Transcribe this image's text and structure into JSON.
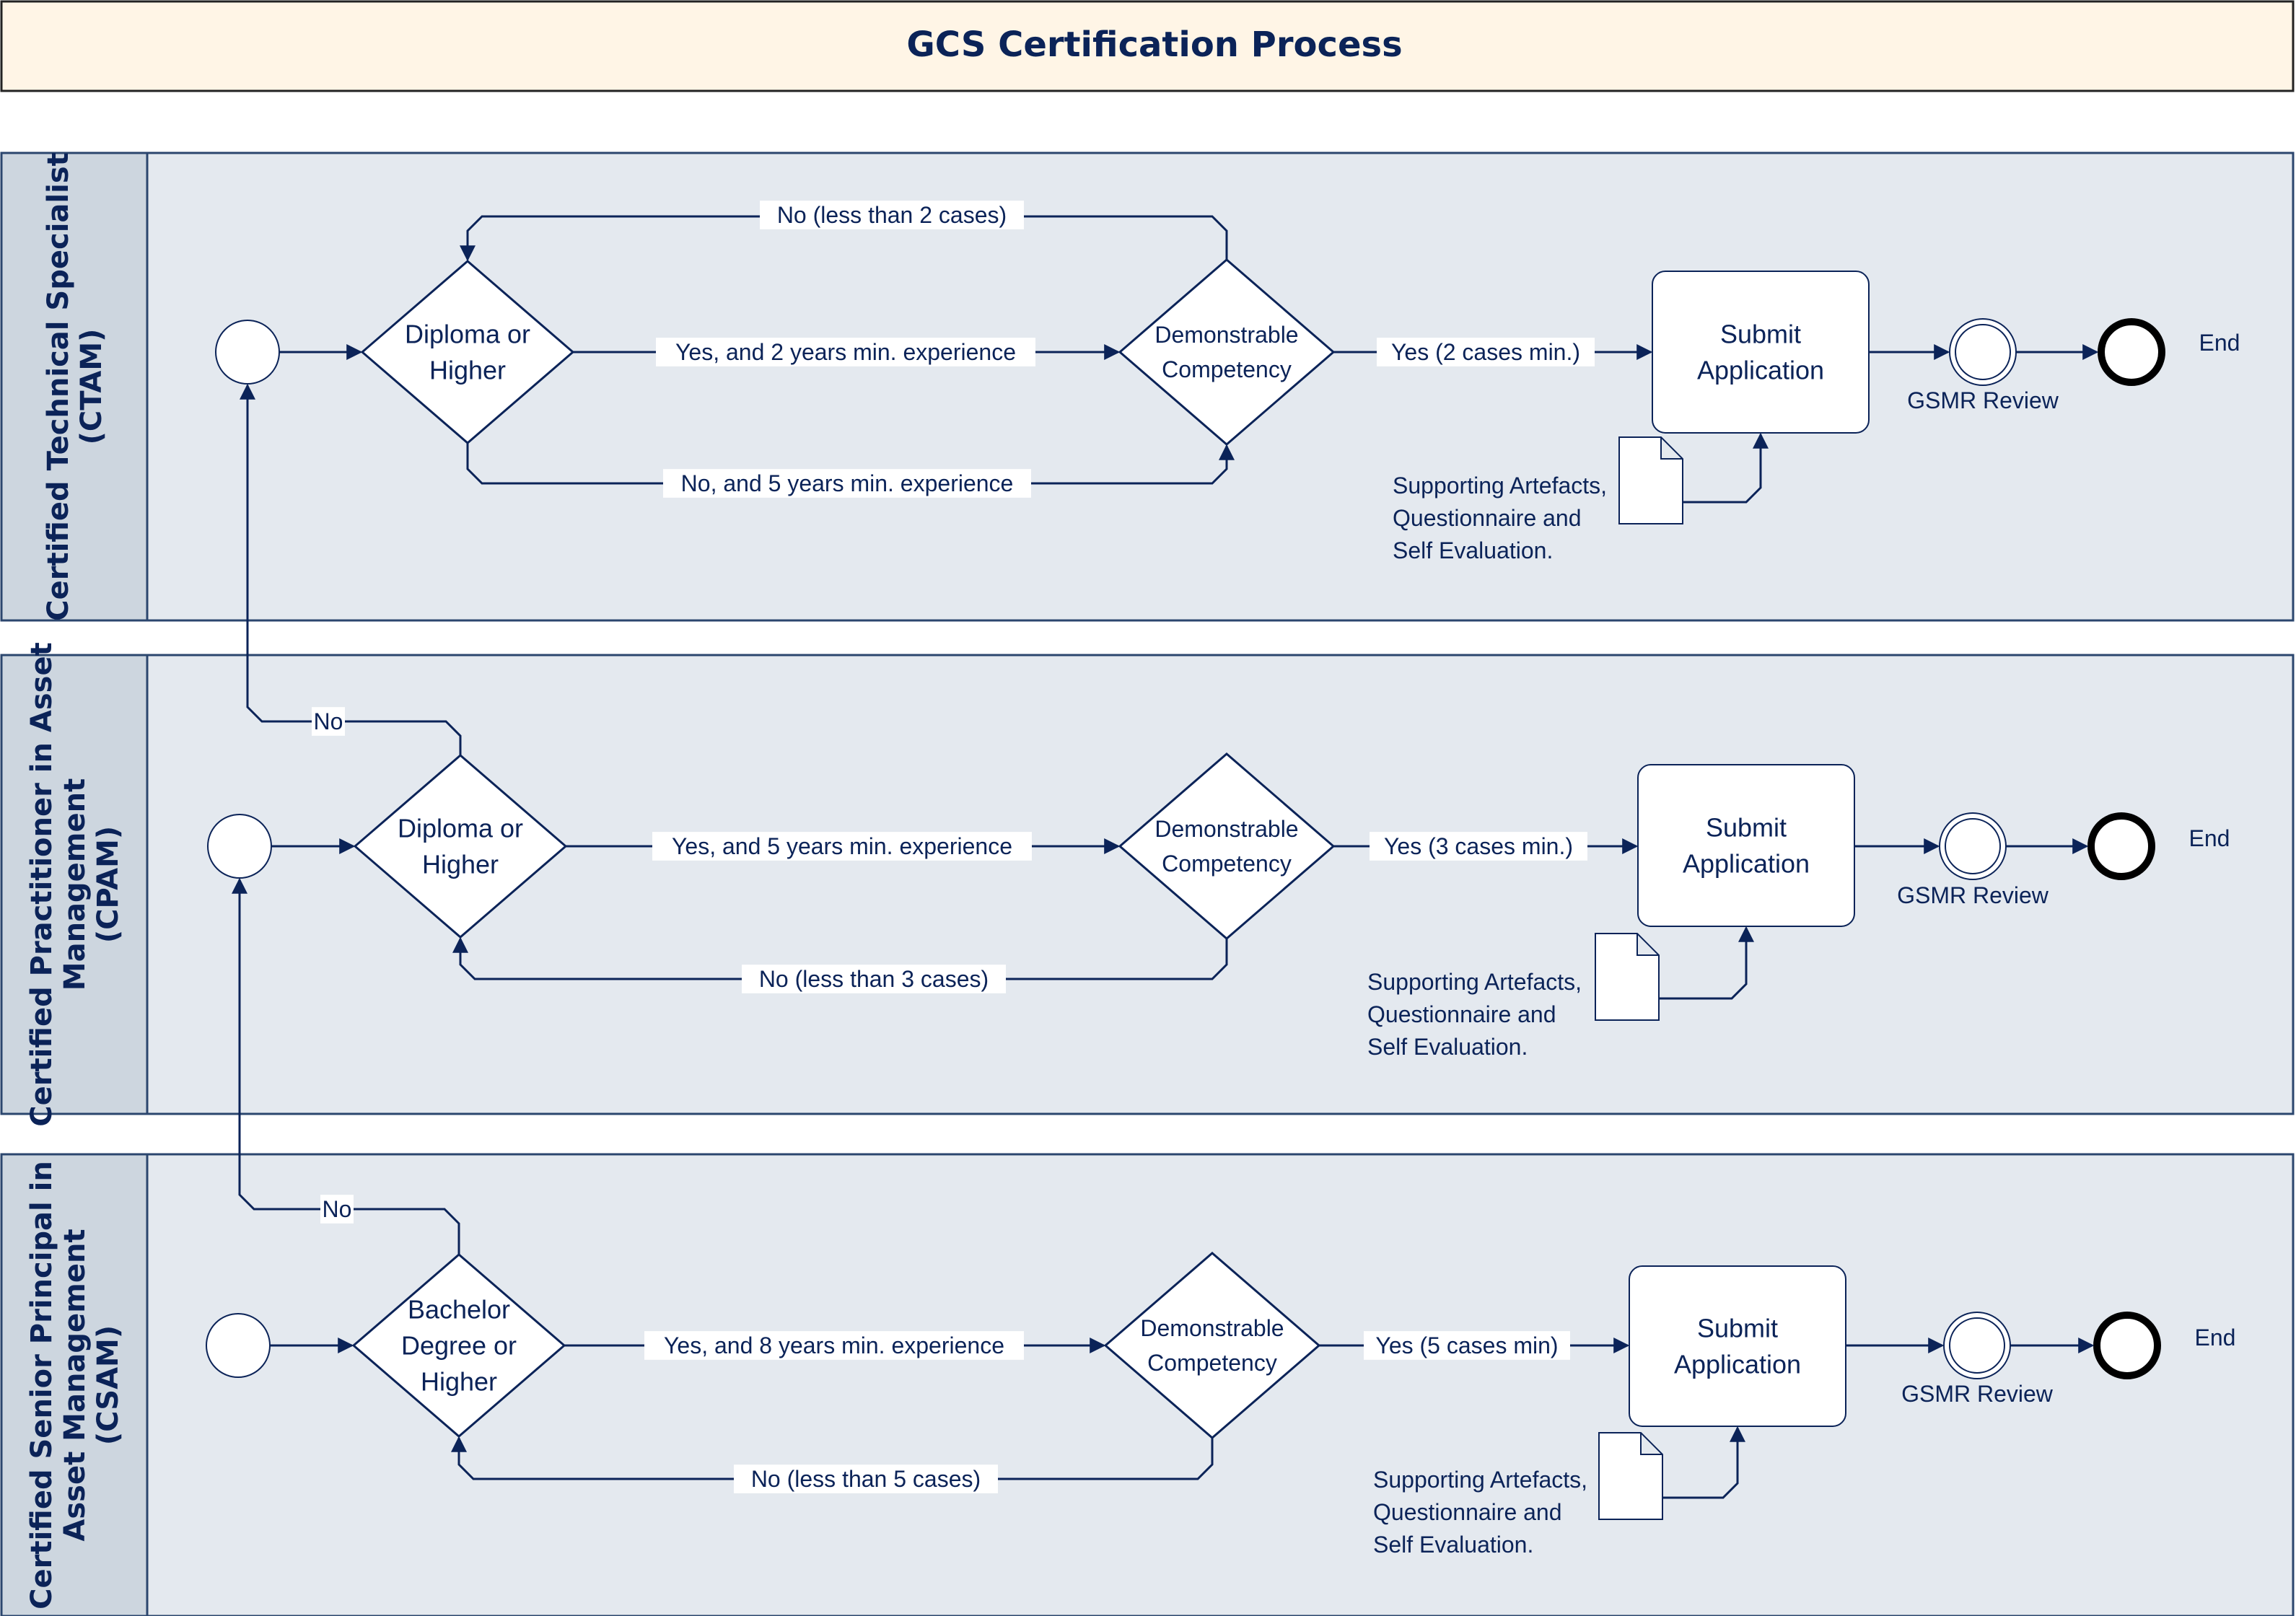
{
  "title": "GCS Certification Process",
  "colors": {
    "navy": "#0b2358",
    "title_fill": "#fff5e6",
    "lane_fill": "#e4e9ef",
    "lane_header_fill": "#cdd6df",
    "lane_border": "#2b466e"
  },
  "lanes": [
    {
      "label_lines": [
        "Certified Technical Specialist",
        "(CTAM)"
      ],
      "decision1_lines": [
        "Diploma or",
        "Higher"
      ],
      "decision2_lines": [
        "Demonstrable",
        "Competency"
      ],
      "yes_experience": "Yes, and 2 years min. experience",
      "alt_path": "No, and 5 years min. experience",
      "loop_back": "No (less than 2 cases)",
      "yes_cases": "Yes (2 cases min.)",
      "submit_lines": [
        "Submit",
        "Application"
      ],
      "review": "GSMR Review",
      "end": "End",
      "artefact_lines": [
        "Supporting Artefacts,",
        "Questionnaire and",
        "Self Evaluation."
      ]
    },
    {
      "label_lines": [
        "Certified Practitioner in Asset",
        "Management",
        "(CPAM)"
      ],
      "decision1_lines": [
        "Diploma or",
        "Higher"
      ],
      "decision2_lines": [
        "Demonstrable",
        "Competency"
      ],
      "yes_experience": "Yes, and 5 years min. experience",
      "no_label": "No",
      "loop_back": "No (less than 3 cases)",
      "yes_cases": "Yes (3 cases min.)",
      "submit_lines": [
        "Submit",
        "Application"
      ],
      "review": "GSMR Review",
      "end": "End",
      "artefact_lines": [
        "Supporting Artefacts,",
        "Questionnaire and",
        "Self Evaluation."
      ]
    },
    {
      "label_lines": [
        "Certified Senior Principal in",
        "Asset Management",
        "(CSAM)"
      ],
      "decision1_lines": [
        "Bachelor",
        "Degree or",
        "Higher"
      ],
      "decision2_lines": [
        "Demonstrable",
        "Competency"
      ],
      "yes_experience": "Yes, and 8 years min. experience",
      "no_label": "No",
      "loop_back": "No (less than 5 cases)",
      "yes_cases": "Yes (5 cases min)",
      "submit_lines": [
        "Submit",
        "Application"
      ],
      "review": "GSMR Review",
      "end": "End",
      "artefact_lines": [
        "Supporting Artefacts,",
        "Questionnaire and",
        "Self Evaluation."
      ]
    }
  ]
}
